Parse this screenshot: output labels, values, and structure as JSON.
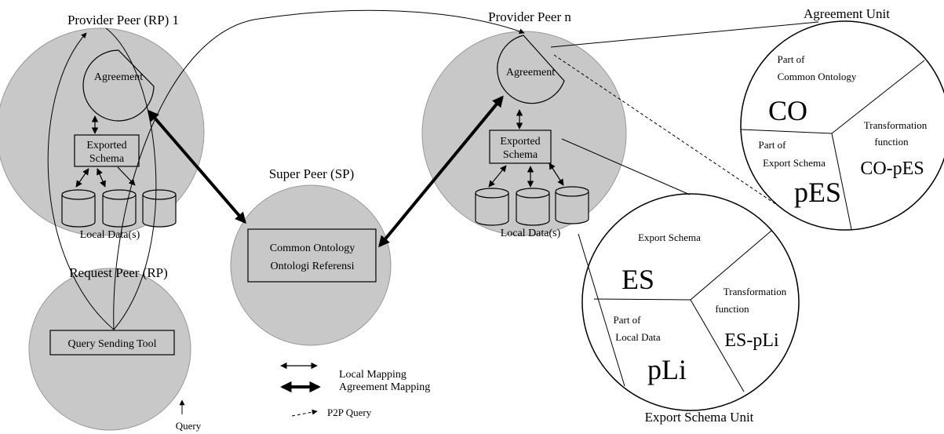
{
  "peers": {
    "provider_1": {
      "title": "Provider Peer (RP) 1",
      "agreement": "Agreement",
      "exported_schema_line1": "Exported",
      "exported_schema_line2": "Schema",
      "local_data": "Local Data(s)"
    },
    "provider_n": {
      "title": "Provider Peer n",
      "agreement": "Agreement",
      "exported_schema_line1": "Exported",
      "exported_schema_line2": "Schema",
      "local_data": "Local Data(s)"
    },
    "super_peer": {
      "title": "Super Peer (SP)",
      "box_line1": "Common Ontology",
      "box_line2": "Ontologi Referensi"
    },
    "request_peer": {
      "title": "Request Peer (RP)",
      "tool": "Query Sending Tool",
      "query": "Query"
    }
  },
  "agreement_unit": {
    "title": "Agreement Unit",
    "co_caption_line1": "Part of",
    "co_caption_line2": "Common Ontology",
    "co_big": "CO",
    "tf_line1": "Transformation",
    "tf_line2": "function",
    "pes_caption_line1": "Part of",
    "pes_caption_line2": "Export Schema",
    "co_pes": "CO-pES",
    "pes_big": "pES"
  },
  "export_schema_unit": {
    "title": "Export Schema Unit",
    "es_caption": "Export Schema",
    "es_big": "ES",
    "tf_line1": "Transformation",
    "tf_line2": "function",
    "pli_caption_line1": "Part of",
    "pli_caption_line2": "Local Data",
    "es_pli": "ES-pLi",
    "pli_big": "pLi"
  },
  "legend": {
    "local_mapping": "Local Mapping",
    "agreement_mapping": "Agreement Mapping",
    "p2p_query": "P2P Query"
  }
}
